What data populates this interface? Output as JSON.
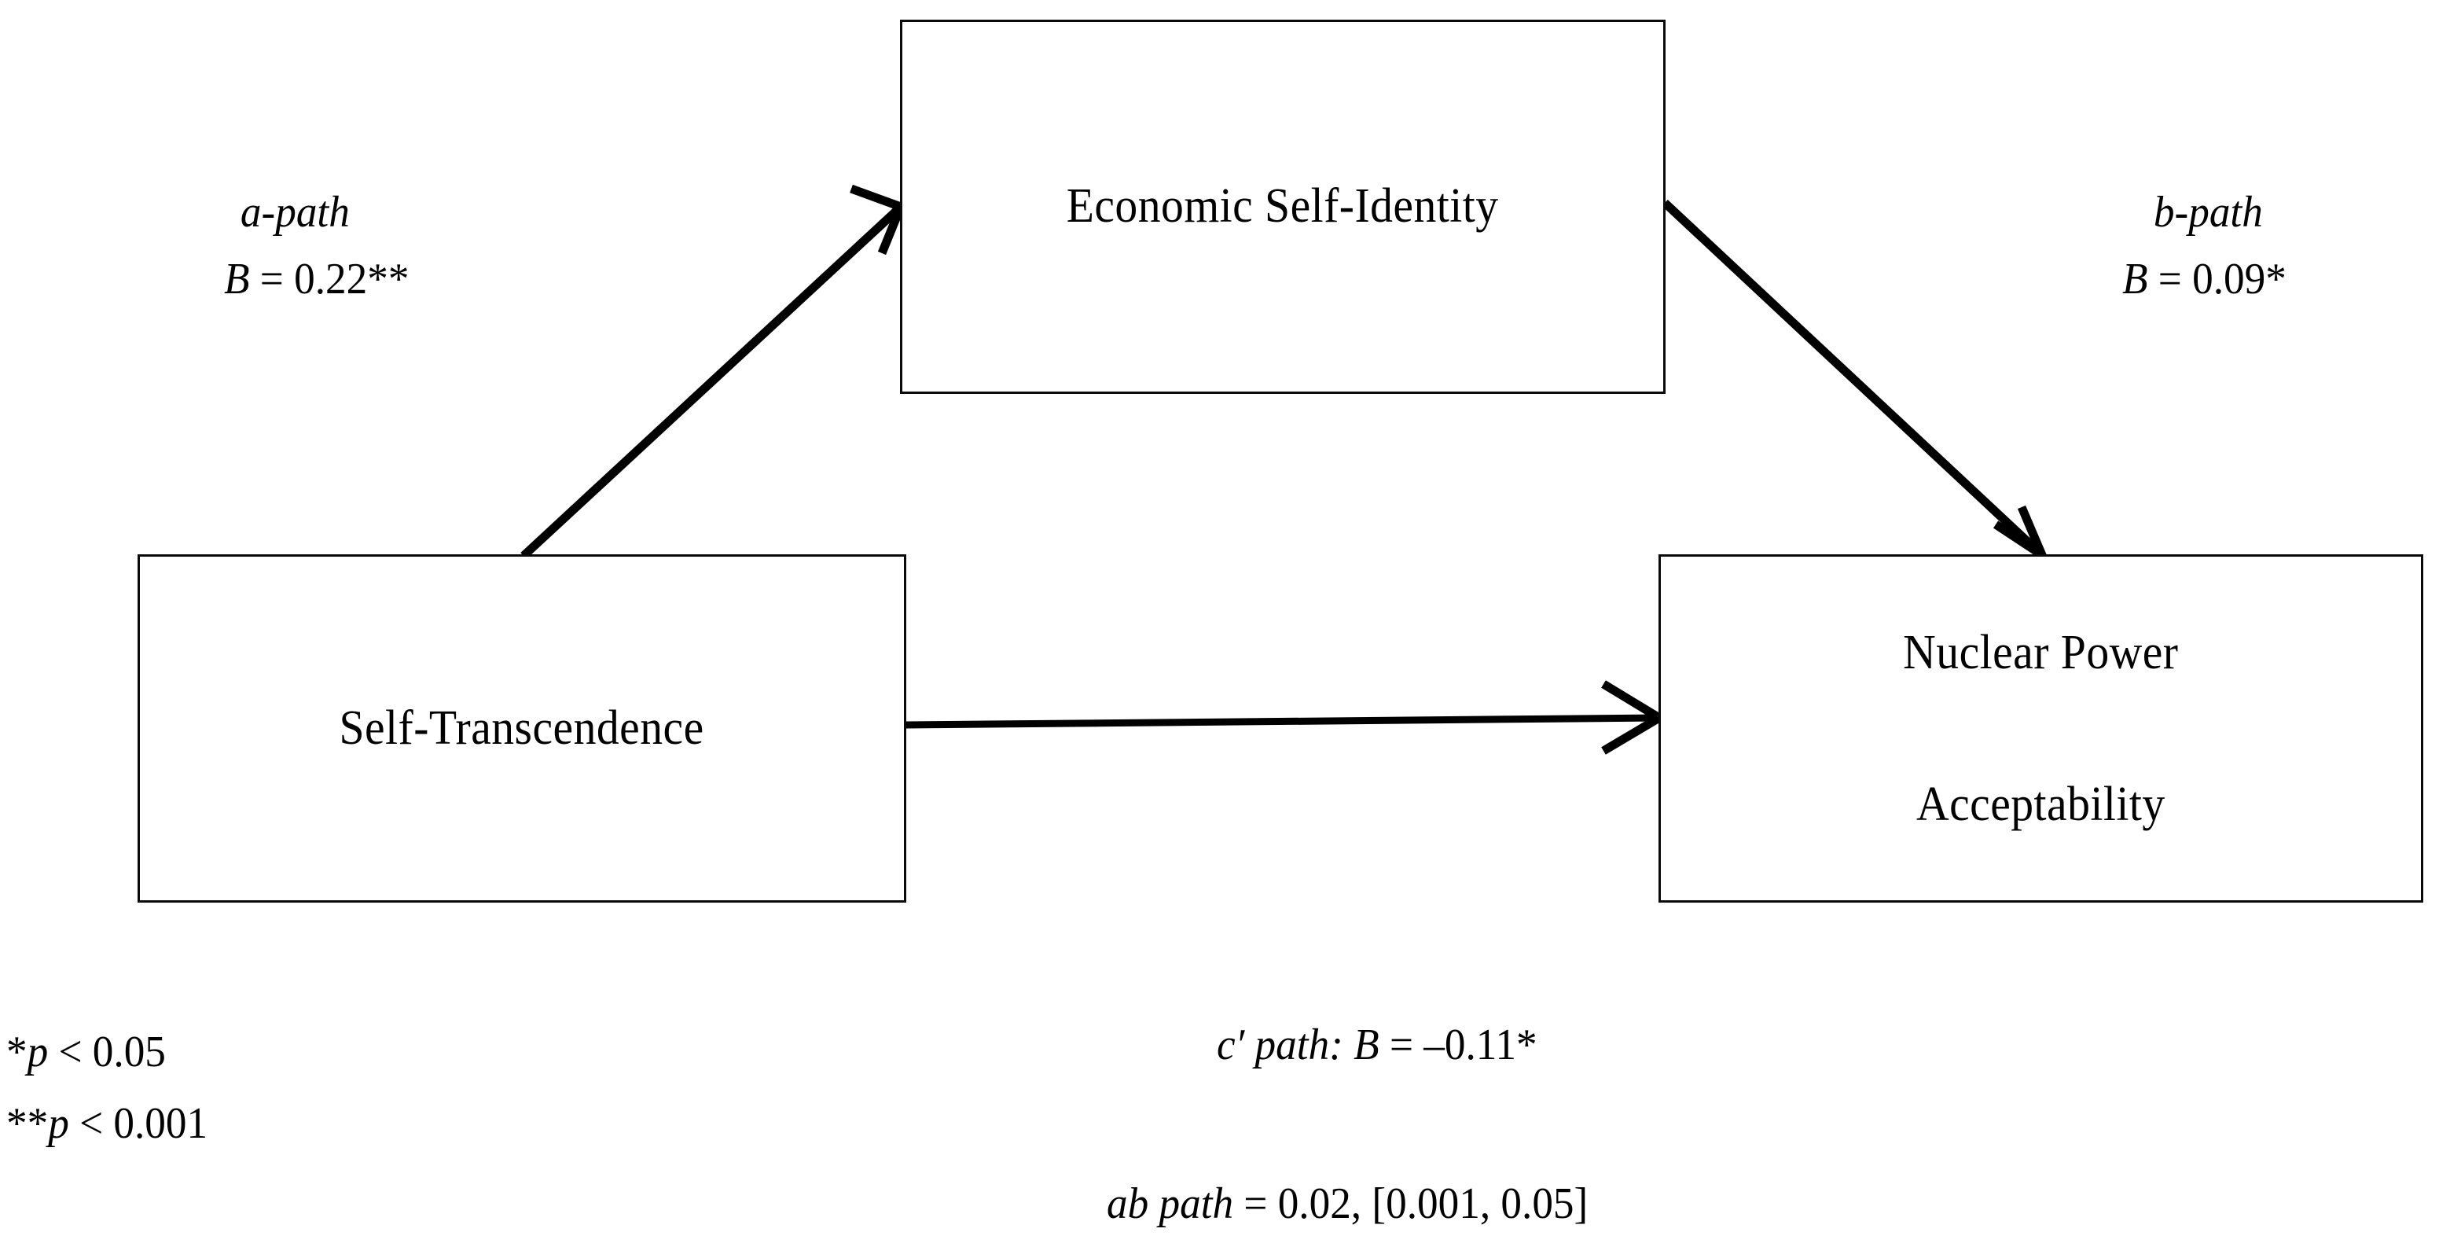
{
  "diagram": {
    "type": "mediation-model",
    "nodes": {
      "predictor": {
        "label": "Self-Transcendence"
      },
      "mediator": {
        "label": "Economic Self-Identity"
      },
      "outcome_line1": "Nuclear Power",
      "outcome_line2": "Acceptability"
    },
    "paths": {
      "a": {
        "name": "a-path",
        "coefficient_prefix": "B",
        "equals": " = ",
        "value": "0.22",
        "stars": "**"
      },
      "b": {
        "name": "b-path",
        "coefficient_prefix": "B",
        "equals": " = ",
        "value": "0.09",
        "stars": "*"
      },
      "c_prime": {
        "name": "c′ path:",
        "coefficient_prefix": " B",
        "equals": " = ",
        "value": "–0.11",
        "stars": "*"
      },
      "ab": {
        "name": "ab path",
        "equals": " = ",
        "value": "0.02,",
        "interval": " [0.001, 0.05]"
      }
    },
    "legend": {
      "line1_stars": "*",
      "line1_p": "p",
      "line1_rest": " < 0.05",
      "line2_stars": "**",
      "line2_p": "p",
      "line2_rest": " < 0.001"
    },
    "colors": {
      "stroke": "#000000",
      "box_border": "#0a0a0a",
      "background": "#ffffff"
    }
  }
}
